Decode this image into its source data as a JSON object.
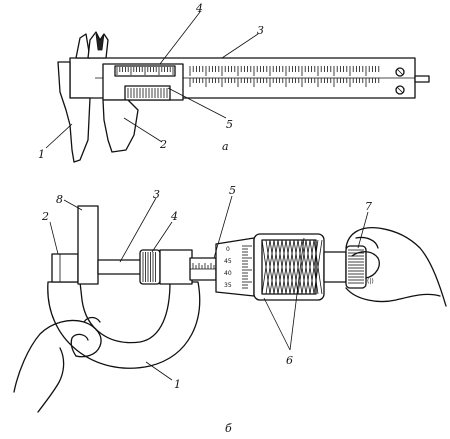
{
  "caliper": {
    "caption": "а",
    "labels": {
      "l1": "1",
      "l2": "2",
      "l3": "3",
      "l4": "4",
      "l5": "5"
    }
  },
  "micrometer": {
    "caption": "б",
    "labels": {
      "l1": "1",
      "l2": "2",
      "l3": "3",
      "l4": "4",
      "l5": "5",
      "l6": "6",
      "l7": "7",
      "l8": "8"
    },
    "thimble_scale": [
      "0",
      "45",
      "40",
      "35"
    ],
    "ratchet_mark": "(|)"
  }
}
